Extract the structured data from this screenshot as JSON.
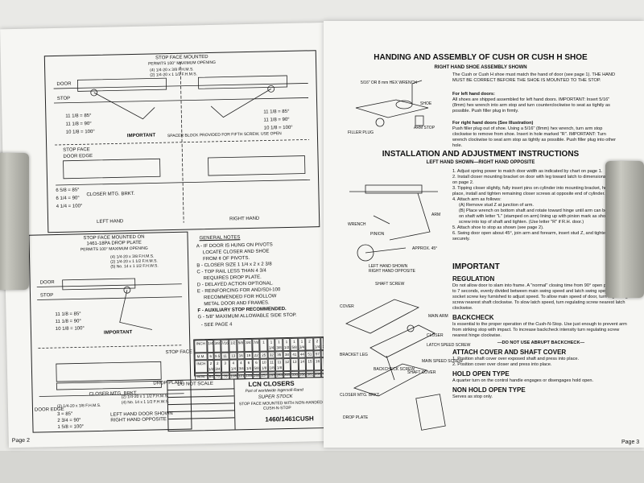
{
  "left_page": {
    "top_diagram": {
      "title_line1": "STOP FACE MOUNTED",
      "title_line2": "PERMITS 100° MAXIMUM OPENING",
      "screw_label_1": "(4) 1/4-20 x 3/8 F.H.M.S.",
      "screw_label_2": "(2) 1/4-20 x 1 1/2 F.H.M.S.",
      "door_label": "DOOR",
      "stop_label": "STOP",
      "angles": [
        "11 1/8 = 85°",
        "11 1/8 = 90°",
        "10 1/8 = 100°"
      ],
      "important_label": "IMPORTANT",
      "spacer_note": "SPACER BLOCK PROVIDED FOR FIFTH SCREW, USE OPEN",
      "stop_face": "STOP FACE",
      "door_edge": "DOOR EDGE",
      "closer_bracket": "CLOSER MTG. BRKT.",
      "bottom_angles": [
        "6 5/8 = 85°",
        "6 1/4 = 90°",
        "4 1/4 = 100°"
      ],
      "left_hand": "LEFT HAND",
      "right_hand": "RIGHT HAND"
    },
    "mid_diagram": {
      "title_line1": "STOP FACE MOUNTED ON",
      "title_line2": "1461-18PA DROP PLATE",
      "title_line3": "PERMITS 100° MAXIMUM OPENING",
      "screw_labels": [
        "(4) 1/4-20 x 3/8 F.H.M.S.",
        "(2) 1/4-20 x 1 1/2 F.H.M.S.",
        "(5) No. 14 x 1 1/2 F.H.W.S."
      ],
      "door_label": "DOOR",
      "stop_label": "STOP",
      "angles": [
        "11 1/8 = 85°",
        "11 1/8 = 90°",
        "10 1/8 = 100°"
      ],
      "important_label": "IMPORTANT",
      "stop_face": "STOP FACE",
      "drop_plate": "DROP PLATE",
      "closer_bracket": "CLOSER MTG. BRKT.",
      "screw_bottom_1": "(2) 1/4-20 x 1 1/2 F.H.M.S.",
      "screw_bottom_2": "(2) 1/4-20 x 3/8 F.H.M.S.",
      "screw_bottom_3": "(4) No. 14 x 1 1/2 F.H.W.S.",
      "door_edge": "DOOR EDGE",
      "bottom_angles": [
        "3 = 85°",
        "2 3/4 = 90°",
        "1 5/8 = 100°"
      ],
      "caption_line1": "LEFT HAND DOOR SHOWN",
      "caption_line2": "RIGHT HAND OPPOSITE"
    },
    "general_notes": {
      "title": "GENERAL NOTES",
      "notes": [
        "A - IF DOOR IS HUNG ON PIVOTS",
        "LOCATE CLOSER AND SHOE",
        "FROM ¢ OF PIVOTS.",
        "B - CLOSER SIZE 1 1/4 x 2 x 2 3/8",
        "C - TOP RAIL LESS THAN 4 3/4",
        "REQUIRES DROP PLATE.",
        "D - DELAYED ACTION OPTIONAL.",
        "E - REINFORCING FOR AND/SDI-100",
        "RECOMMENDED FOR HOLLOW",
        "METAL DOOR AND FRAMES.",
        "F - AUXILIARY STOP RECOMMENDED.",
        "G - 5/8\" MAXIMUM ALLOWABLE SIDE STOP.",
        "- SEE PAGE 4"
      ]
    },
    "conversion_table": {
      "row_labels": [
        "INCH",
        "M.M.",
        "INCH",
        "M.M."
      ],
      "rows": [
        [
          "1/4",
          "3/8",
          "7/16",
          "1/2",
          "5/8",
          "3/4",
          "7/8",
          "1",
          "1 1/4",
          "1 3/8",
          "1 1/2",
          "1 5/8",
          "1 3/4",
          "2",
          "2 1/4",
          "2 3/8"
        ],
        [
          "6",
          "9.5",
          "11",
          "13",
          "16",
          "19",
          "22",
          "25",
          "32",
          "35",
          "38",
          "41",
          "44",
          "51",
          "57",
          "60"
        ],
        [
          "2 1/2",
          "2 3/4",
          "3",
          "4 1/4",
          "4 3/4",
          "6 1/4",
          "6 5/8",
          "10 1/8",
          "11 1/8",
          "11 1/8",
          "12",
          "13",
          "14",
          "15",
          "16",
          "17"
        ],
        [
          "64",
          "70",
          "76",
          "108",
          "121",
          "159",
          "168",
          "257",
          "283",
          "283",
          "305",
          "330",
          "356",
          "381",
          "406",
          "432"
        ]
      ]
    },
    "title_block": {
      "do_not_scale": "DO NOT SCALE",
      "company": "LCN CLOSERS",
      "company_sub": "Part of worldwide Ingersoll-Rand",
      "product": "SUPER STOCK",
      "desc_line1": "STOP FACE MOUNTED WITH NON-HANDED",
      "desc_line2": "CUSH-N-STOP",
      "model": "1460/1461CUSH"
    },
    "footer": "Page 2"
  },
  "right_page": {
    "handing_title": "HANDING AND ASSEMBLY OF CUSH OR CUSH H SHOE",
    "handing_sub": "RIGHT HAND SHOE ASSEMBLY SHOWN",
    "handing_intro": "The Cush or Cush H shoe must match the hand of door (see page 1). THE HAND MUST BE CORRECT BEFORE THE SHOE IS MOUNTED TO THE STOP.",
    "left_hand_heading": "For left hand doors:",
    "left_hand_text": "All shoes are shipped assembled for left hand doors. IMPORTANT: Insert 5/16\" (8mm) hex wrench into arm stop and turn counterclockwise to seat as tightly as possible. Push filler plug in firmly.",
    "right_hand_heading": "For right hand doors (See Illustration)",
    "right_hand_text": "Push filler plug out of shoe. Using a 5/16\" (8mm) hex wrench, turn arm stop clockwise to remove from shoe. Insert in hole marked \"R\". IMPORTANT: Turn wrench clockwise to seat arm stop as tightly as possible. Push filler plug into other hole.",
    "shoe_labels": {
      "wrench": "5/16\" OR 8 mm HEX WRENCH",
      "shoe": "SHOE",
      "filler": "FILLER PLUG",
      "arm_stop": "ARM STOP"
    },
    "install_title": "INSTALLATION AND ADJUSTMENT INSTRUCTIONS",
    "install_sub": "LEFT HAND SHOWN—RIGHT HAND OPPOSITE",
    "install_steps": [
      "1. Adjust spring power to match door width as indicated by chart on page 1.",
      "2. Install closer mounting bracket on door with leg toward latch to dimensions shown on page 2.",
      "3. Tipping closer slightly, fully insert pins on cylinder into mounting bracket, hold in place, install and tighten remaining closer screws at opposite end of cylinder.",
      "4. Attach arm as follows:",
      "(A) Remove stud Z at junction of arm.",
      "(B) Place wrench on bottom shaft and rotate toward hinge until arm can be installed on shaft with letter \"L\" (stamped on arm) lining up with pinion mark as shown. Install screw into top of shaft and tighten. (Use letter \"R\" if R.H. door.)",
      "5. Attach shoe to stop as shown (see page 2).",
      "6. Swing door open about 45°, join arm and forearm, insert stud Z, and tighten securely."
    ],
    "install_labels": {
      "wrench": "WRENCH",
      "arm": "ARM",
      "pinion": "PINION",
      "approx": "APPROX. 45°",
      "caption1": "LEFT HAND SHOWN",
      "caption2": "RIGHT HAND OPPOSITE",
      "shaft_screw": "SHAFT SCREW",
      "cover": "COVER",
      "main_arm": "MAIN ARM",
      "closer": "CLOSER",
      "latch_speed": "LATCH SPEED SCREW",
      "bracket_leg": "BRACKET LEG",
      "main_speed": "MAIN SPEED SCREW",
      "backcheck": "BACKCHECK SCREW",
      "shaft_cover": "SHAFT COVER",
      "closer_mtg": "CLOSER MTG. BRKT.",
      "drop_plate": "DROP PLATE"
    },
    "important_title": "IMPORTANT",
    "regulation_title": "REGULATION",
    "regulation_text": "Do not allow door to slam into frame. A \"normal\" closing time from 90° open position is 5 to 7 seconds, evenly divided between main swing speed and latch swing speed. Use socket screw key furnished to adjust speed. To allow main speed of door, turn regulating screw nearest shaft clockwise. To slow latch speed, turn regulating screw nearest latch clockwise.",
    "backcheck_title": "BACKCHECK",
    "backcheck_text": "Is essential to the proper operation of the Cush-N-Stop. Use just enough to prevent arm from striking stop with impact. To increase backcheck intensity turn regulating screw nearest hinge clockwise.",
    "warning": "—DO NOT USE ABRUPT BACKCHECK—",
    "attach_title": "ATTACH COVER AND SHAFT COVER",
    "attach_steps": [
      "1. Position shaft cover over exposed shaft and press into place.",
      "2. Position cover over closer and press into place."
    ],
    "hold_title": "HOLD OPEN TYPE",
    "hold_text": "A quarter turn on the control handle engages or disengages hold open.",
    "nonhold_title": "NON HOLD OPEN TYPE",
    "nonhold_text": "Serves as stop only.",
    "footer": "Page 3"
  }
}
